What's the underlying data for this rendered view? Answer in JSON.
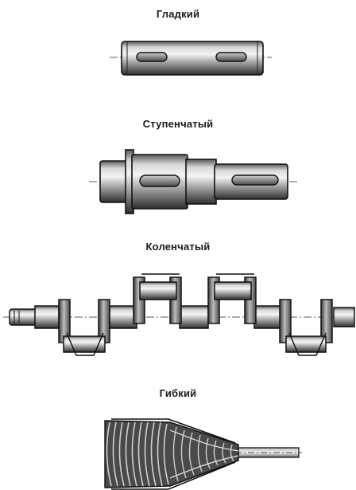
{
  "captions": {
    "smooth": "Гладкий",
    "stepped": "Ступенчатый",
    "crank": "Коленчатый",
    "flexible": "Гибкий"
  },
  "colors": {
    "metal_dark": "#3a3a3a",
    "metal_mid": "#8a8a8a",
    "metal_light": "#e6e6e6",
    "outline": "#111111"
  }
}
